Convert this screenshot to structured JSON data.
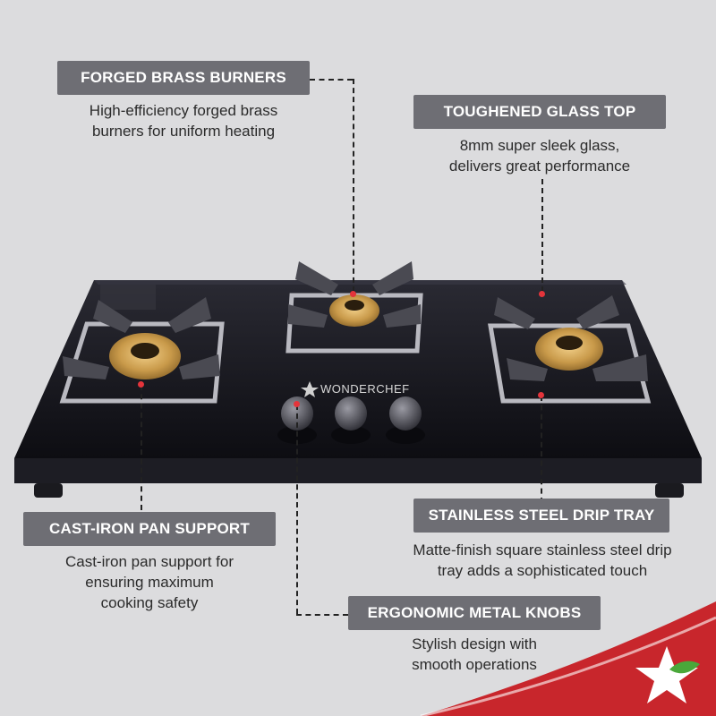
{
  "brand": {
    "name": "WONDERCHEF"
  },
  "features": {
    "burners": {
      "title": "FORGED BRASS BURNERS",
      "description": "High-efficiency forged brass\nburners for uniform heating"
    },
    "glass_top": {
      "title": "TOUGHENED GLASS TOP",
      "description": "8mm super sleek glass,\ndelivers great performance"
    },
    "pan_support": {
      "title": "CAST-IRON PAN SUPPORT",
      "description": "Cast-iron pan support for\nensuring maximum\ncooking safety"
    },
    "drip_tray": {
      "title": "STAINLESS STEEL DRIP TRAY",
      "description": "Matte-finish square stainless steel drip\ntray adds a sophisticated touch"
    },
    "knobs": {
      "title": "ERGONOMIC METAL KNOBS",
      "description": "Stylish design with\nsmooth operations"
    }
  },
  "colors": {
    "background": "#dcdcde",
    "label_bg": "#6e6e74",
    "accent_red": "#c8262c",
    "glass": "#15151c"
  }
}
